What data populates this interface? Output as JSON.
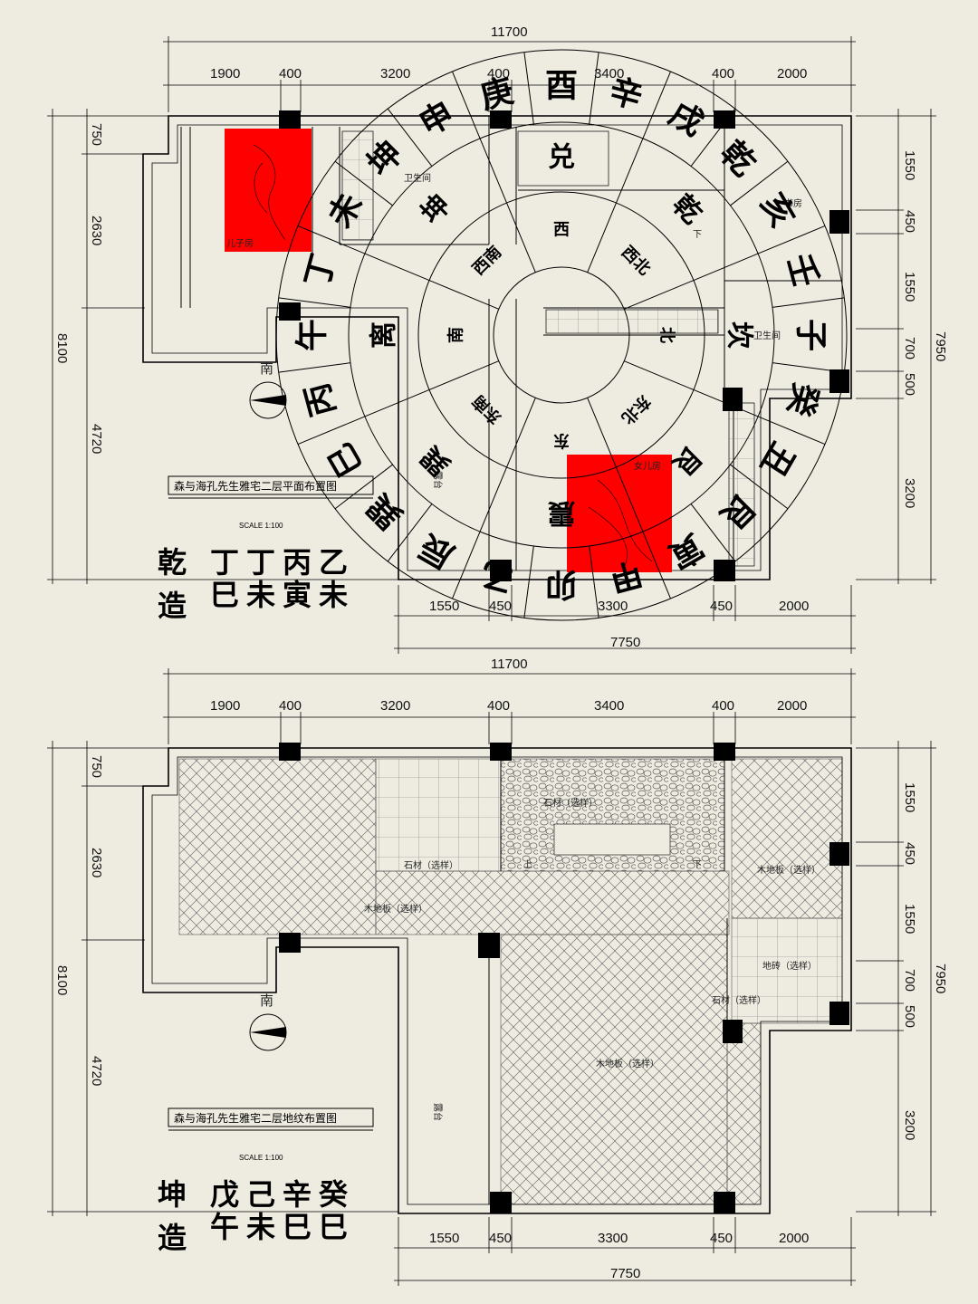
{
  "plan1": {
    "title": "森与海孔先生雅宅二层平面布置图",
    "scale": "SCALE 1:100",
    "bazi_head": [
      "乾",
      "造"
    ],
    "bazi_pillars": [
      {
        "stem": "丁",
        "branch": "巳"
      },
      {
        "stem": "丁",
        "branch": "未"
      },
      {
        "stem": "丙",
        "branch": "寅"
      },
      {
        "stem": "乙",
        "branch": "未"
      }
    ],
    "top_total": "11700",
    "top_dims": [
      "1900",
      "400",
      "3200",
      "400",
      "3400",
      "400",
      "2000"
    ],
    "bottom_dims": [
      "1550",
      "450",
      "3300",
      "450",
      "2000"
    ],
    "bottom_total": "7750",
    "left_dims": [
      "750",
      "2630",
      "4720"
    ],
    "left_total": "8100",
    "right_dims": [
      "1550",
      "450",
      "1550",
      "700",
      "500",
      "3200"
    ],
    "right_total": "7950",
    "south_label": "南",
    "rooms": {
      "son_room": "儿子房",
      "daughter_room": "女儿房",
      "bathroom_1": "卫生间",
      "bathroom_2": "卫生间",
      "study": "书房",
      "balcony": "露台",
      "stairs_down": "下"
    },
    "outer_ring": [
      "午",
      "丁",
      "未",
      "坤",
      "申",
      "庚",
      "酉",
      "辛",
      "戌",
      "乾",
      "亥",
      "壬",
      "子",
      "癸",
      "丑",
      "艮",
      "寅",
      "甲",
      "卯",
      "乙",
      "辰",
      "巽",
      "巳",
      "丙"
    ],
    "middle_ring": [
      "离",
      "坤",
      "兑",
      "乾",
      "坎",
      "艮",
      "震",
      "巽"
    ],
    "inner_ring": [
      "南",
      "西南",
      "西",
      "西北",
      "北",
      "东北",
      "东",
      "东南"
    ]
  },
  "plan2": {
    "title": "森与海孔先生雅宅二层地纹布置图",
    "scale": "SCALE 1:100",
    "bazi_head": [
      "坤",
      "造"
    ],
    "bazi_pillars": [
      {
        "stem": "戊",
        "branch": "午"
      },
      {
        "stem": "己",
        "branch": "未"
      },
      {
        "stem": "辛",
        "branch": "巳"
      },
      {
        "stem": "癸",
        "branch": "巳"
      }
    ],
    "top_total": "11700",
    "top_dims": [
      "1900",
      "400",
      "3200",
      "400",
      "3400",
      "400",
      "2000"
    ],
    "bottom_dims": [
      "1550",
      "450",
      "3300",
      "450",
      "2000"
    ],
    "bottom_total": "7750",
    "left_dims": [
      "750",
      "2630",
      "4720"
    ],
    "left_total": "8100",
    "right_dims": [
      "1550",
      "450",
      "1550",
      "700",
      "500",
      "3200"
    ],
    "right_total": "7950",
    "south_label": "南",
    "materials": {
      "stone_1": "石材（选样）",
      "stone_2": "石材（选样）",
      "wood_1": "木地板（选样）",
      "wood_2": "木地板（选样）",
      "wood_3": "木地板（选样）",
      "tile": "地砖（选样）",
      "stone_3": "石材（选样）",
      "balcony": "露台",
      "stairs_down": "下",
      "stairs_up": "上"
    }
  },
  "colors": {
    "background": "#eeebe1",
    "highlight": "#ff0000",
    "line": "#000000"
  }
}
